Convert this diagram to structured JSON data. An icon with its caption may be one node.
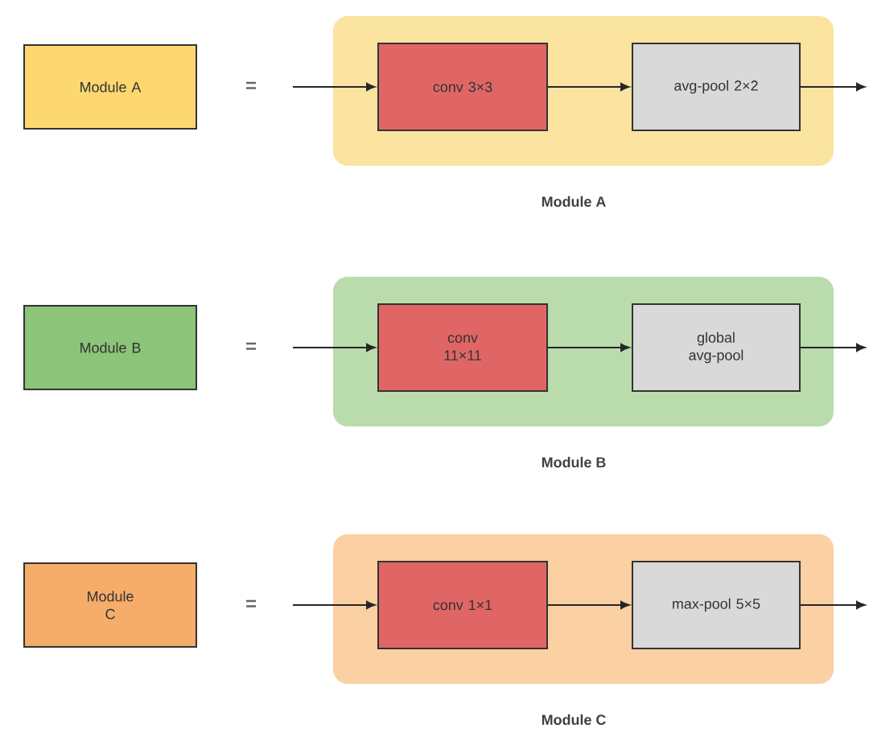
{
  "diagram": {
    "nodes": [
      {
        "text": [
          "Module A"
        ]
      },
      {
        "text": [
          "Module A"
        ]
      },
      {
        "text": [
          "conv 3×3"
        ],
        "in": 1
      },
      {
        "text": [
          "avg-pool 2×2"
        ],
        "in": 1
      },
      {
        "text": [
          "Module B"
        ]
      },
      {
        "text": [
          "Module B"
        ]
      },
      {
        "text": [
          "conv 11×11"
        ],
        "in": 5
      },
      {
        "text": [
          "global avg-pool"
        ],
        "in": 5
      },
      {
        "text": [
          "Module C"
        ]
      },
      {
        "text": [
          "Module C"
        ]
      },
      {
        "text": [
          "conv 1×1"
        ],
        "in": 9
      },
      {
        "text": [
          "max-pool 5×5"
        ],
        "in": 9
      }
    ],
    "edges": [
      {
        "from": null,
        "to": 2,
        "arrow": "to"
      },
      {
        "from": 2,
        "to": 3,
        "arrow": "to"
      },
      {
        "from": 3,
        "to": null,
        "arrow": "to"
      },
      {
        "from": null,
        "to": 6,
        "arrow": "to"
      },
      {
        "from": 6,
        "to": 7,
        "arrow": "to"
      },
      {
        "from": 7,
        "to": null,
        "arrow": "to"
      },
      {
        "from": null,
        "to": 10,
        "arrow": "to"
      },
      {
        "from": 10,
        "to": 11,
        "arrow": "to"
      },
      {
        "from": 11,
        "to": null,
        "arrow": "to"
      }
    ],
    "labels": [
      "=",
      "=",
      "="
    ]
  }
}
